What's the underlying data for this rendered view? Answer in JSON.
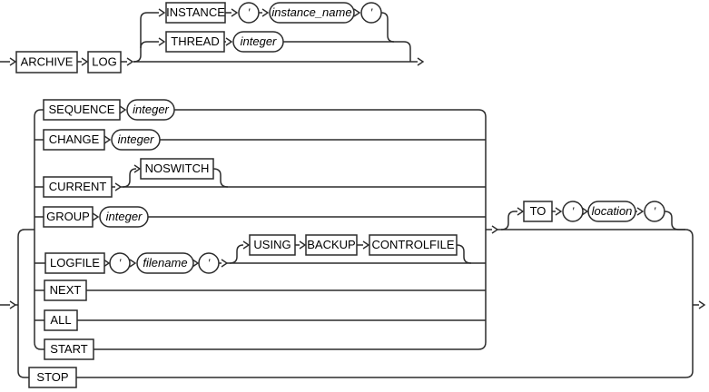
{
  "diagram": {
    "kind": "railroad-syntax-diagram",
    "clause": "archive-log-clause"
  },
  "labels": {
    "archive": "ARCHIVE",
    "log": "LOG",
    "instance": "INSTANCE",
    "instance_name": "instance_name",
    "thread": "THREAD",
    "integer": "integer",
    "sequence": "SEQUENCE",
    "change": "CHANGE",
    "current": "CURRENT",
    "noswitch": "NOSWITCH",
    "group": "GROUP",
    "logfile": "LOGFILE",
    "filename": "filename",
    "using": "USING",
    "backup": "BACKUP",
    "controlfile": "CONTROLFILE",
    "next": "NEXT",
    "all": "ALL",
    "start": "START",
    "stop": "STOP",
    "to": "TO",
    "location": "location",
    "quote": "'"
  },
  "colors": {
    "line": "#2b2b2b",
    "box_fill": "#ffffff",
    "text": "#000000",
    "background": "#ffffff"
  }
}
